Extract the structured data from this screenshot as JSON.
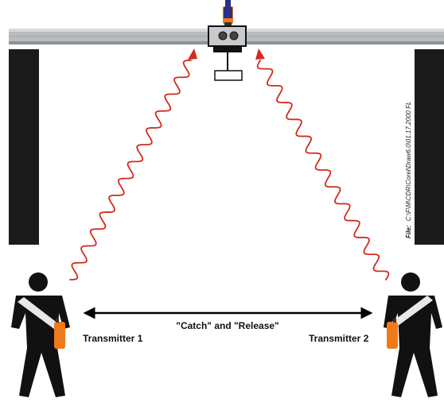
{
  "labels": {
    "center": "\"Catch\" and \"Release\"",
    "left": "Transmitter 1",
    "right": "Transmitter 2"
  },
  "file_note": {
    "prefix": "File:",
    "path": "C:\\F\\M\\CDR\\Corel\\Draw6.0\\01.17.2000 FL"
  },
  "colors": {
    "signal_wave": "#d42a1e",
    "rail": "#b9bcbe",
    "pillar": "#1b1b1b",
    "figure": "#111111",
    "sash": "#e8e8e8",
    "transmitter": "#f07a1a"
  }
}
